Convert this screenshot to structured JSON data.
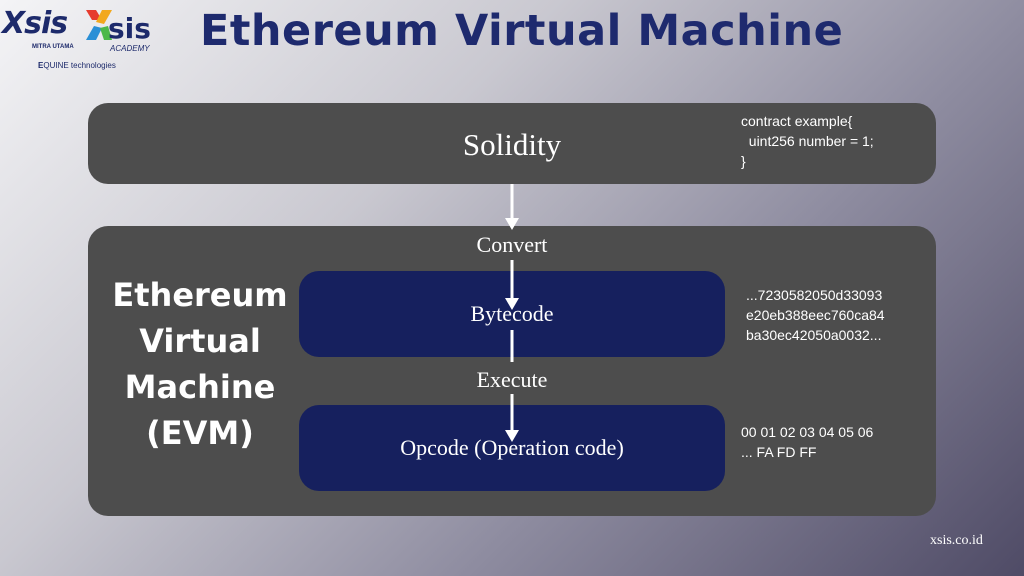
{
  "logos": {
    "xsis_mitra": {
      "text": "Xsis",
      "subtitle": "MITRA UTAMA"
    },
    "xsis_academy": {
      "text": "sis",
      "subtitle": "ACADEMY"
    },
    "equine": {
      "text": "QUINE technologies"
    }
  },
  "title": "Ethereum Virtual Machine",
  "solidity": {
    "label": "Solidity",
    "code": [
      "contract example{",
      "  uint256 number = 1;",
      "}"
    ]
  },
  "evm": {
    "label_lines": [
      "Ethereum",
      "Virtual",
      "Machine",
      "(EVM)"
    ],
    "steps": {
      "convert": "Convert",
      "execute": "Execute"
    },
    "bytecode": {
      "label": "Bytecode",
      "sample": [
        "...7230582050d33093",
        "e20eb388eec760ca84",
        "ba30ec42050a0032..."
      ]
    },
    "opcode": {
      "label": "Opcode (Operation code)",
      "sample": [
        "00 01 02 03 04 05 06",
        "... FA FD FF"
      ]
    }
  },
  "footer": "xsis.co.id",
  "colors": {
    "title": "#1e2a6e",
    "box": "#4d4d4d",
    "inner_box": "#16205e",
    "text": "#ffffff"
  }
}
